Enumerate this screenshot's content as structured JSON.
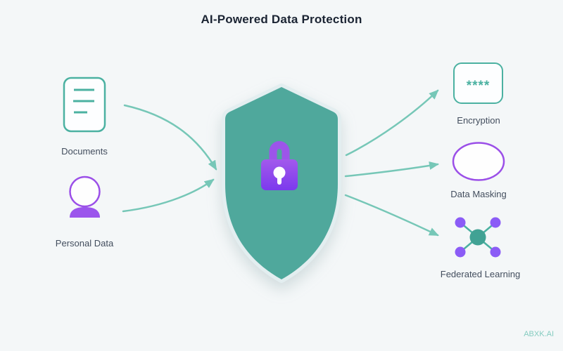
{
  "title": "AI-Powered Data Protection",
  "watermark": "ABXK.AI",
  "inputs": [
    {
      "id": "documents",
      "label": "Documents",
      "icon": "document-icon"
    },
    {
      "id": "personal-data",
      "label": "Personal Data",
      "icon": "person-icon"
    }
  ],
  "center": {
    "id": "protection-shield",
    "icon": "shield-lock-icon"
  },
  "outputs": [
    {
      "id": "encryption",
      "label": "Encryption",
      "glyph": "****",
      "icon": "masked-password-icon"
    },
    {
      "id": "data-masking",
      "label": "Data Masking",
      "icon": "empty-oval-icon"
    },
    {
      "id": "federated-learning",
      "label": "Federated Learning",
      "icon": "network-nodes-icon"
    }
  ],
  "colors": {
    "background": "#f4f7f8",
    "teal": "#4bb1a1",
    "teal_arrow": "#76c7b7",
    "shield": "#4fa89c",
    "shield_halo": "#e3eef0",
    "purple": "#9b4fe8",
    "lock_top": "#a259ec",
    "lock_bottom": "#7c3aed",
    "node_purple": "#8b5cf6",
    "label_text": "#434e5e",
    "title_text": "#1b2433",
    "watermark_text": "#85ccc0"
  }
}
